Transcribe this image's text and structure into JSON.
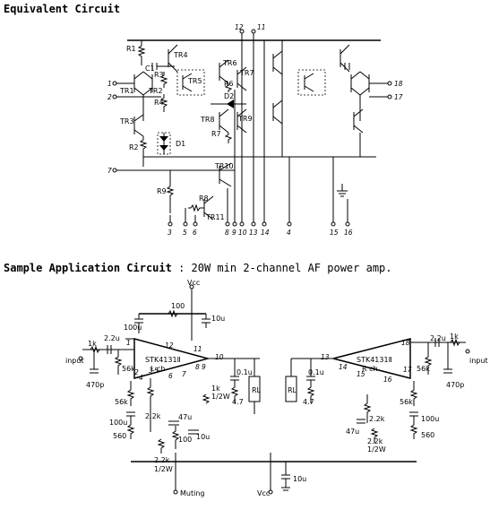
{
  "headings": {
    "equivalent": "Equivalent Circuit",
    "sample_bold": "Sample Application Circuit",
    "sample_rest": ": 20W min 2-channel AF power amp."
  },
  "equiv": {
    "pins_top": [
      "12",
      "11"
    ],
    "pins_bottom": [
      "3",
      "5",
      "6",
      "8",
      "9",
      "10",
      "13",
      "14",
      "4",
      "15",
      "16"
    ],
    "pins_left": [
      "1",
      "2",
      "7"
    ],
    "pins_right": [
      "18",
      "17"
    ],
    "components": {
      "r1": "R1",
      "c1": "C1",
      "r3": "R3",
      "r4": "R4",
      "r2": "R2",
      "r9": "R9",
      "r6": "R6",
      "r7": "R7",
      "r8": "R8",
      "tr1": "TR1",
      "tr2": "TR2",
      "tr3": "TR3",
      "tr4": "TR4",
      "tr5": "TR5",
      "tr6": "TR6",
      "tr7": "TR7",
      "tr8": "TR8",
      "tr9": "TR9",
      "tr10": "TR10",
      "tr11": "TR11",
      "d1": "D1",
      "d2": "D2"
    }
  },
  "app": {
    "vcc_top": "Vcc",
    "vcc_bottom": "Vcc",
    "muting": "Muting",
    "input_left": "input",
    "input_right": "input",
    "ic_left": "STK4131Ⅱ",
    "ic_right": "STK4131Ⅱ",
    "lch": "L ch",
    "rch": "R ch",
    "rl_left": "RL",
    "rl_right": "RL",
    "values": {
      "r100": "100",
      "c10u_top": "10u",
      "c100u_top": "100u",
      "r1k_l": "1k",
      "c22u_l": "2.2u",
      "c470p_l": "470p",
      "r56k_l1": "56k",
      "r56k_l2": "56k",
      "c100u_l": "100u",
      "r560_l": "560",
      "r22k_l": "2.2k",
      "c47u_l": "47u",
      "r100_l": "100",
      "c10u_l": "10u",
      "r22k_l2": "2.2k",
      "w_l": "1/2W",
      "r1k_l2": "1k",
      "w_l2": "1/2W",
      "c01u_l": "0.1u",
      "r47_l": "4.7",
      "r1k_r": "1k",
      "c22u_r": "2.2u",
      "c470p_r": "470p",
      "r56k_r1": "56k",
      "r56k_r2": "56k",
      "c100u_r": "100u",
      "r560_r": "560",
      "r22k_r": "2.2k",
      "c47u_r": "47u",
      "r22k_r2": "2.2k",
      "w_r": "1/2W",
      "c01u_r": "0.1u",
      "r47_r": "4.7",
      "c10u_bot": "10u"
    },
    "pins_left_ic": [
      "1",
      "12",
      "11",
      "10",
      "2",
      "3",
      "5",
      "6",
      "7",
      "8",
      "9",
      "4"
    ],
    "pins_right_ic": [
      "13",
      "18",
      "14",
      "15",
      "16",
      "17"
    ]
  }
}
